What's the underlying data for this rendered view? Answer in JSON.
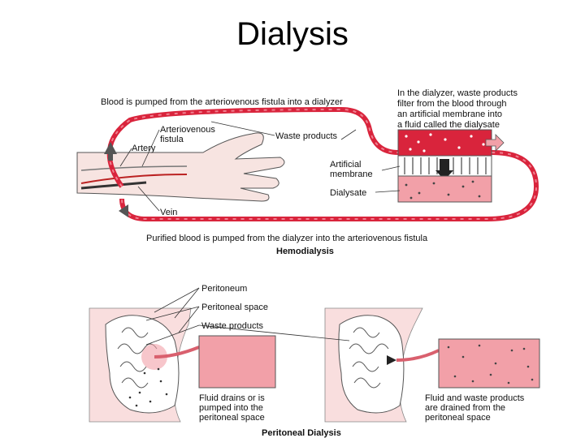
{
  "title": "Dialysis",
  "colors": {
    "blood": "#d9243c",
    "dialysate": "#f2a0a8",
    "skin": "#f7e4e1",
    "peritoneal_bg": "#f9dede",
    "fluid": "#f2a0a8"
  },
  "hemodialysis": {
    "top_label": "Blood is pumped from the arteriovenous fistula into a dialyzer",
    "dialyzer_text": [
      "In the dialyzer, waste products",
      "filter from the blood through",
      "an artificial membrane into",
      "a fluid called the dialysate"
    ],
    "arteriovenous_fistula": [
      "Arteriovenous",
      "fistula"
    ],
    "artery": "Artery",
    "vein": "Vein",
    "waste_products": "Waste products",
    "artificial_membrane": [
      "Artificial",
      "membrane"
    ],
    "dialysate": "Dialysate",
    "bottom_label": "Purified blood is pumped from the dialyzer into the arteriovenous fistula",
    "caption": "Hemodialysis"
  },
  "peritoneal": {
    "peritoneum": "Peritoneum",
    "peritoneal_space": "Peritoneal space",
    "waste_products": "Waste products",
    "left_text": [
      "Fluid drains or is",
      "pumped into the",
      "peritoneal space"
    ],
    "right_text": [
      "Fluid and waste products",
      "are drained from the",
      "peritoneal space"
    ],
    "caption": "Peritoneal Dialysis"
  }
}
